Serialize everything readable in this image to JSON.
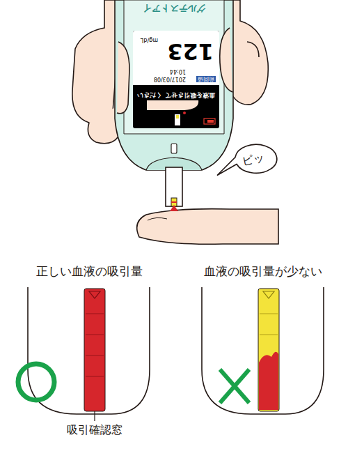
{
  "diagram": {
    "nodes": [
      {
        "text": [
          "ピッ"
        ]
      }
    ],
    "labels": [
      "グルテストアイ",
      "血液を吸引させて ください",
      "前回値",
      "2017/03/08",
      "10:44",
      "123",
      "mg/dL",
      "正しい血液の吸引量",
      "血液の吸引量が少ない",
      "吸引確認窓"
    ]
  }
}
